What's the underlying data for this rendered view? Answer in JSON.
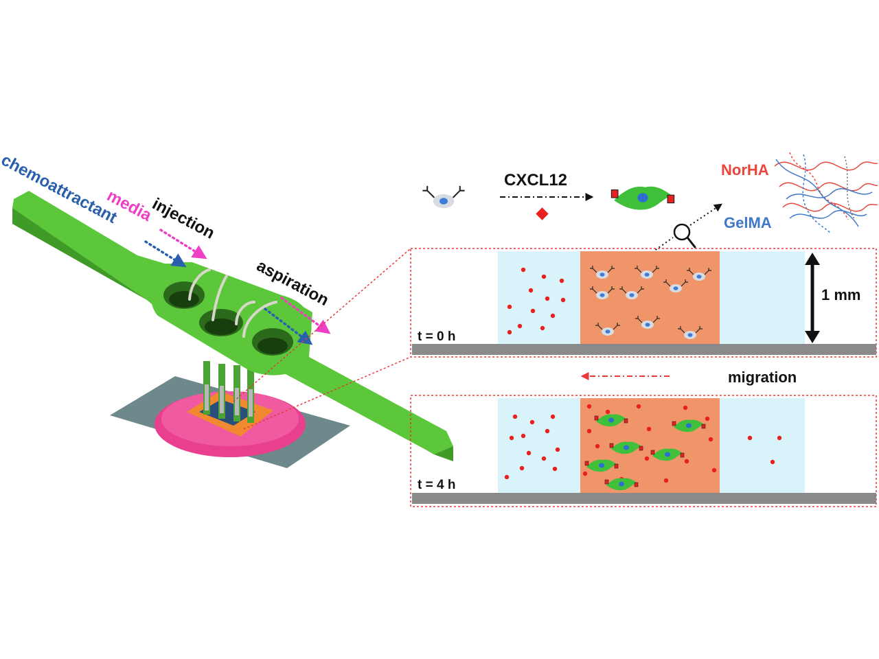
{
  "labels": {
    "chemoattractant": "chemoattractant",
    "media": "media",
    "injection": "injection",
    "aspiration": "aspiration",
    "cxcl12": "CXCL12",
    "norha": "NorHA",
    "gelma": "GelMA",
    "scale": "1 mm",
    "time0": "t = 0 h",
    "time4": "t = 4 h",
    "migration": "migration"
  },
  "colors": {
    "chemoattractant": "#2a5fae",
    "media": "#ee3fc5",
    "device_green": "#5cc73a",
    "gel_orange": "#f0956a",
    "channel_blue": "#d8f3f9",
    "chemokine_red": "#e82020",
    "norha": "#e8463a",
    "gelma": "#3f77c9",
    "frame_red": "#e83838",
    "floor_gray": "#8a8a8a"
  }
}
